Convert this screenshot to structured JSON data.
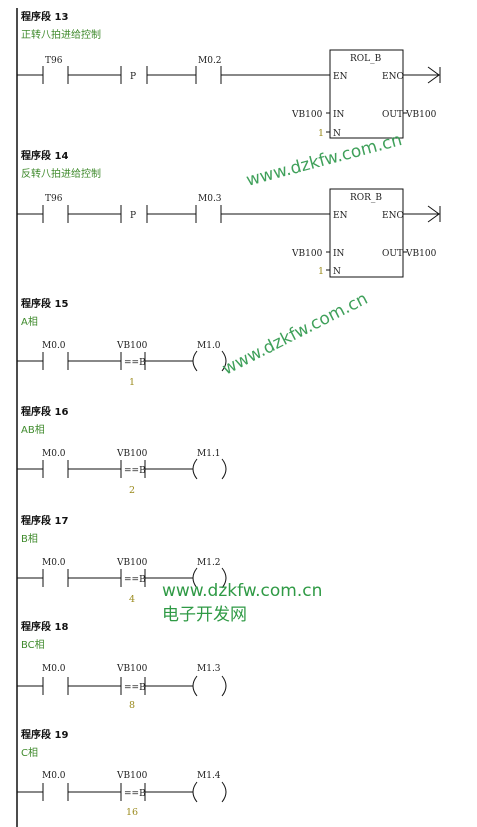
{
  "networks": [
    {
      "title": "程序段 13",
      "comment": "正转八拍进给控制",
      "contact1": "T96",
      "p_label": "P",
      "contact2": "M0.2",
      "block": {
        "name": "ROL_B",
        "en": "EN",
        "eno": "ENO",
        "in_pin": "IN",
        "out_pin": "OUT",
        "n_pin": "N",
        "in_operand": "VB100",
        "out_operand": "VB100",
        "n_value": "1"
      }
    },
    {
      "title": "程序段 14",
      "comment": "反转八拍进给控制",
      "contact1": "T96",
      "p_label": "P",
      "contact2": "M0.3",
      "block": {
        "name": "ROR_B",
        "en": "EN",
        "eno": "ENO",
        "in_pin": "IN",
        "out_pin": "OUT",
        "n_pin": "N",
        "in_operand": "VB100",
        "out_operand": "VB100",
        "n_value": "1"
      }
    },
    {
      "title": "程序段 15",
      "comment": "A相",
      "contact": "M0.0",
      "compare_operand": "VB100",
      "compare_op": "==B",
      "compare_value": "1",
      "coil": "M1.0"
    },
    {
      "title": "程序段 16",
      "comment": "AB相",
      "contact": "M0.0",
      "compare_operand": "VB100",
      "compare_op": "==B",
      "compare_value": "2",
      "coil": "M1.1"
    },
    {
      "title": "程序段 17",
      "comment": "B相",
      "contact": "M0.0",
      "compare_operand": "VB100",
      "compare_op": "==B",
      "compare_value": "4",
      "coil": "M1.2"
    },
    {
      "title": "程序段 18",
      "comment": "BC相",
      "contact": "M0.0",
      "compare_operand": "VB100",
      "compare_op": "==B",
      "compare_value": "8",
      "coil": "M1.3"
    },
    {
      "title": "程序段 19",
      "comment": "C相",
      "contact": "M0.0",
      "compare_operand": "VB100",
      "compare_op": "==B",
      "compare_value": "16",
      "coil": "M1.4"
    }
  ],
  "watermarks": {
    "url": "www.dzkfw.com.cn",
    "site_name": "电子开发网"
  },
  "colors": {
    "comment": "#3f8a2c",
    "value": "#9a8a1c",
    "watermark": "#3fa05a"
  }
}
